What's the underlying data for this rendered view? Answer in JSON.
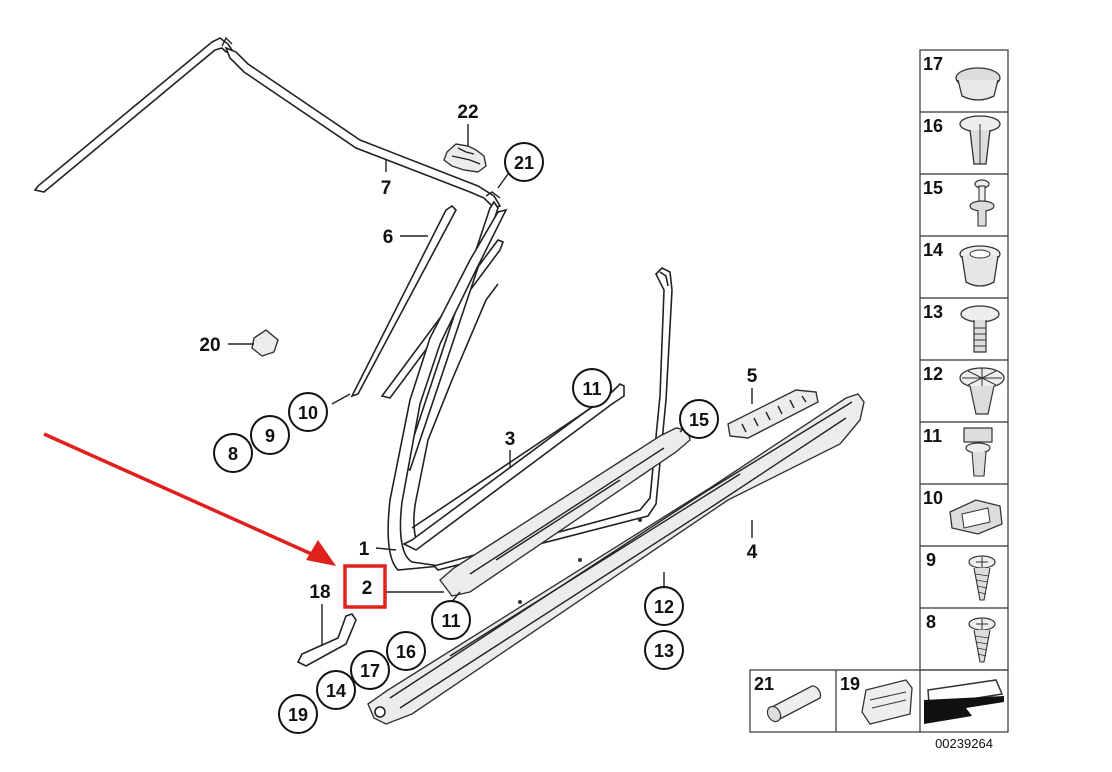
{
  "diagram": {
    "callouts": {
      "c1": "1",
      "c2": "2",
      "c3": "3",
      "c4": "4",
      "c5": "5",
      "c6": "6",
      "c7": "7",
      "c18": "18",
      "c20": "20",
      "c22": "22"
    },
    "circles": {
      "c21": "21",
      "c11a": "11",
      "c15": "15",
      "c10": "10",
      "c9": "9",
      "c8": "8",
      "c11b": "11",
      "c12": "12",
      "c13": "13",
      "c16": "16",
      "c17": "17",
      "c14": "14",
      "c19": "19"
    },
    "legend_right": [
      "17",
      "16",
      "15",
      "14",
      "13",
      "12",
      "11",
      "10",
      "9",
      "8"
    ],
    "legend_bottom": [
      "21",
      "19"
    ],
    "part_number": "00239264",
    "highlight_color": "#e0201c",
    "arrow_color": "#e0201c"
  }
}
